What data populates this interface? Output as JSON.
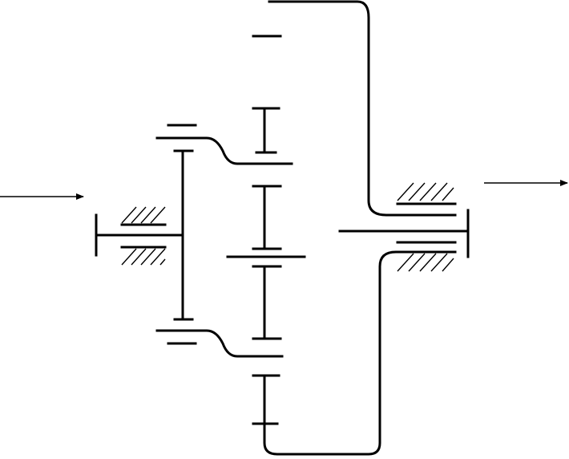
{
  "diagram": {
    "kind": "planetary-gear-train-kinematic-sketch",
    "colors": {
      "stroke": "#000000",
      "background": "#ffffff"
    },
    "components": [
      "input-arrow",
      "input-shaft",
      "input-bearing",
      "planet-carrier-arm",
      "planet-gear-upper",
      "planet-gear-lower",
      "sun-gear",
      "ring-gear-upper",
      "ring-gear-lower",
      "ring-gear-housing",
      "output-shaft",
      "output-bearing",
      "output-arrow"
    ]
  }
}
